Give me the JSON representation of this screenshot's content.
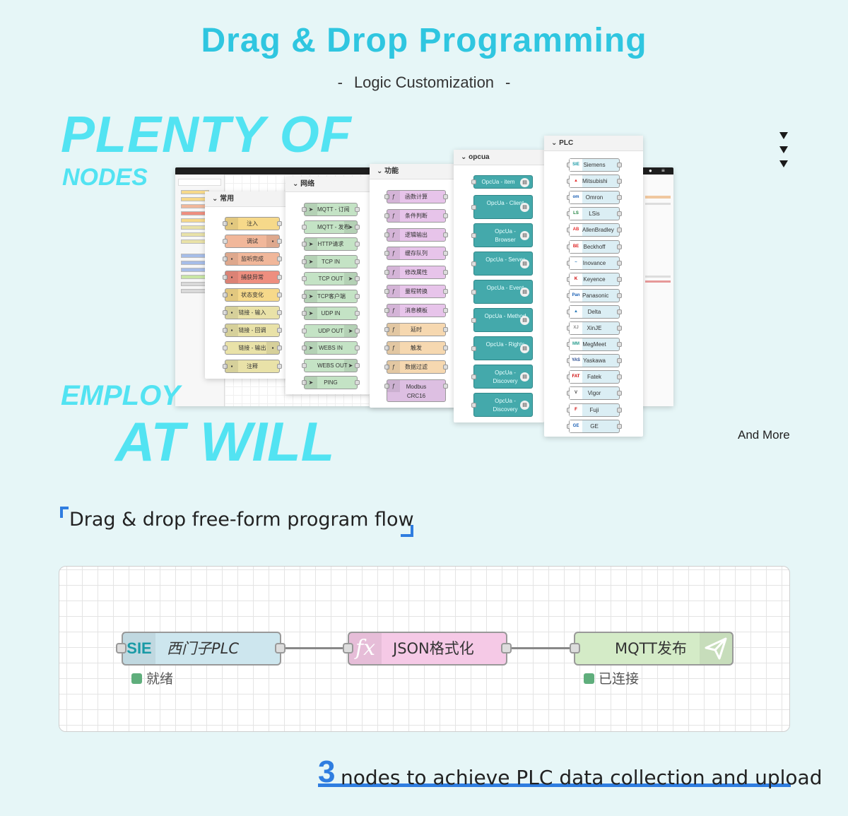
{
  "header": {
    "title": "Drag & Drop Programming",
    "subtitle": "Logic Customization",
    "dash": "-"
  },
  "hero": {
    "line1": "PLENTY OF",
    "line2": "NODES",
    "line3": "EMPLOY",
    "line4": "AT WILL",
    "and_more": "And More"
  },
  "panels": {
    "common": {
      "title": "常用",
      "nodes": [
        "注入",
        "调试",
        "监听完成",
        "捕获异常",
        "状态变化",
        "链接 - 输入",
        "链接 - 回调",
        "链接 - 输出",
        "注释"
      ]
    },
    "network": {
      "title": "网络",
      "nodes": [
        "MQTT - 订阅",
        "MQTT - 发布",
        "HTTP请求",
        "TCP IN",
        "TCP OUT",
        "TCP客户端",
        "UDP IN",
        "UDP OUT",
        "WEBS IN",
        "WEBS OUT",
        "PING"
      ]
    },
    "function": {
      "title": "功能",
      "nodes": [
        "函数计算",
        "条件判断",
        "逻辑输出",
        "缓存队列",
        "修改属性",
        "量程转换",
        "消息模板",
        "延时",
        "触发",
        "数据过滤",
        "Modbus CRC16"
      ]
    },
    "opcua": {
      "title": "opcua",
      "nodes": [
        "OpcUa - item",
        "OpcUa - Client",
        "OpcUa - Browser",
        "OpcUa - Server",
        "OpcUa - Event",
        "OpcUa - Method",
        "OpcUa - Rights",
        "OpcUa - Discovery",
        "OpcUa - Discovery"
      ]
    },
    "plc": {
      "title": "PLC",
      "nodes": [
        {
          "label": "Siemens",
          "badge": "SIE"
        },
        {
          "label": "Mitsubishi",
          "badge": "▲"
        },
        {
          "label": "Omron",
          "badge": "om"
        },
        {
          "label": "LSis",
          "badge": "LS"
        },
        {
          "label": "AllenBradley",
          "badge": "AB"
        },
        {
          "label": "Beckhoff",
          "badge": "BE"
        },
        {
          "label": "Inovance",
          "badge": "~"
        },
        {
          "label": "Keyence",
          "badge": "K"
        },
        {
          "label": "Panasonic",
          "badge": "Pan"
        },
        {
          "label": "Delta",
          "badge": "▲"
        },
        {
          "label": "XinJE",
          "badge": "XJ"
        },
        {
          "label": "MegMeet",
          "badge": "MM"
        },
        {
          "label": "Yaskawa",
          "badge": "YAS"
        },
        {
          "label": "Fatek",
          "badge": "FAT"
        },
        {
          "label": "Vigor",
          "badge": "V"
        },
        {
          "label": "Fuji",
          "badge": "F"
        },
        {
          "label": "GE",
          "badge": "GE"
        }
      ]
    }
  },
  "section2": {
    "heading": "Drag & drop free-form program flow",
    "flow": {
      "node1": {
        "badge": "SIE",
        "label": "西门子PLC",
        "status": "就绪"
      },
      "node2": {
        "badge": "fx",
        "label": "JSON格式化"
      },
      "node3": {
        "label": "MQTT发布",
        "status": "已连接"
      }
    },
    "footer_number": "3",
    "footer_text": "nodes to achieve PLC data collection and upload"
  },
  "colors": {
    "accent_cyan": "#52e3f2",
    "accent_blue": "#2f7de0",
    "background": "#e6f6f7"
  }
}
